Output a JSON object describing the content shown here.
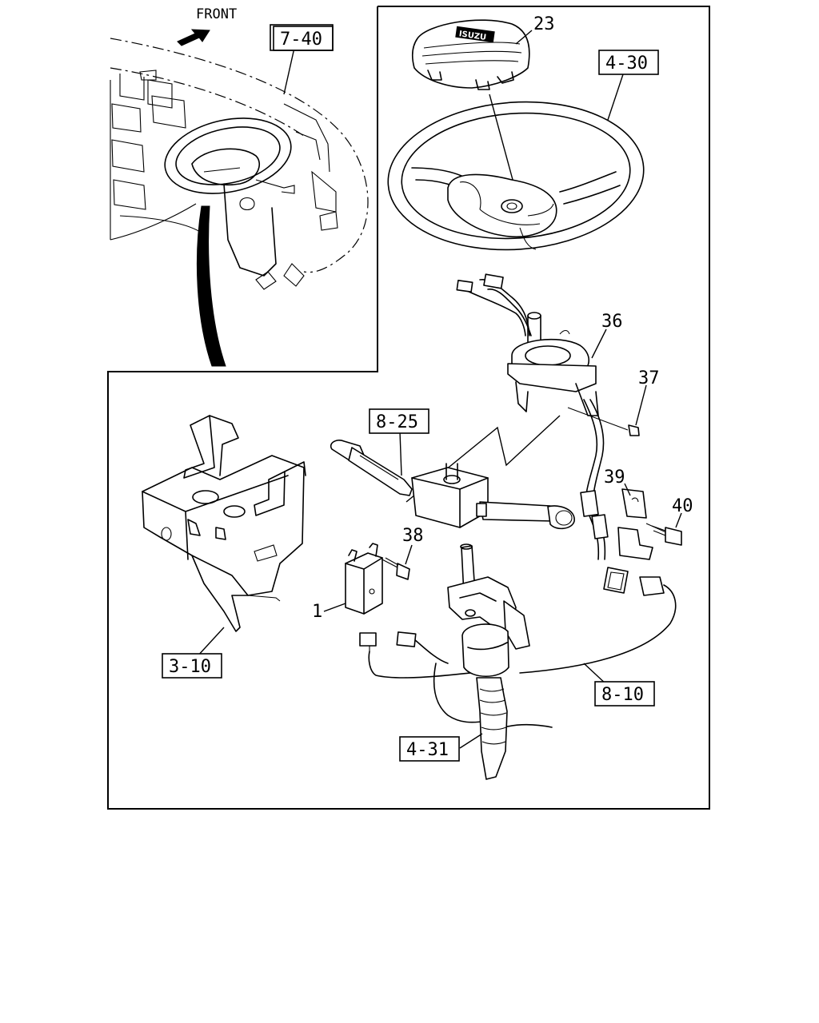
{
  "front_label": "FRONT",
  "callouts": {
    "c23": "23",
    "c36": "36",
    "c37": "37",
    "c39": "39",
    "c40": "40",
    "c38": "38",
    "c1": "1"
  },
  "ref_boxes": {
    "r740": "7-40",
    "r430": "4-30",
    "r825": "8-25",
    "r310": "3-10",
    "r810": "8-10",
    "r431": "4-31"
  },
  "horn_pad_brand": "ISUZU",
  "colors": {
    "line": "#000000",
    "background": "#ffffff"
  }
}
